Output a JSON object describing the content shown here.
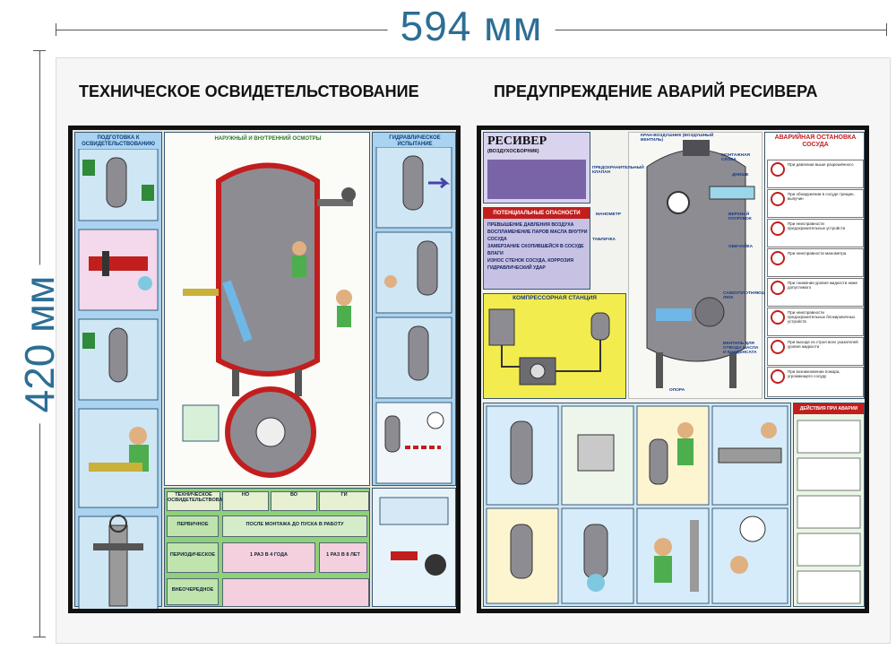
{
  "dimensions": {
    "width_label": "594 мм",
    "height_label": "420 мм"
  },
  "left_poster": {
    "title": "ТЕХНИЧЕСКОЕ ОСВИДЕТЕЛЬСТВОВАНИЕ",
    "sections": {
      "prep": "ПОДГОТОВКА К ОСВИДЕТЕЛЬСТВОВАНИЮ",
      "inspection": "НАРУЖНЫЙ И ВНУТРЕННИЙ ОСМОТРЫ",
      "hydro": "ГИДРАВЛИЧЕСКОЕ ИСПЫТАНИЕ"
    },
    "table": {
      "headers": [
        "ТЕХНИЧЕСКОЕ ОСВИДЕТЕЛЬСТВОВАНИЕ",
        "НО",
        "ВО",
        "ГИ"
      ],
      "rows": [
        {
          "name": "ПЕРВИЧНОЕ",
          "value": "ПОСЛЕ МОНТАЖА ДО ПУСКА В РАБОТУ"
        },
        {
          "name": "ПЕРИОДИЧЕСКОЕ",
          "value": "1 РАЗ В 4 ГОДА",
          "value2": "1 РАЗ В 8 ЛЕТ"
        },
        {
          "name": "ВНЕОЧЕРЕДНОЕ",
          "value": ""
        }
      ]
    }
  },
  "right_poster": {
    "title": "ПРЕДУПРЕЖДЕНИЕ АВАРИЙ РЕСИВЕРА",
    "receiver_title": "РЕСИВЕР",
    "receiver_subtitle": "(ВОЗДУХОСБОРНИК)",
    "dangers_title": "ПОТЕНЦИАЛЬНЫЕ ОПАСНОСТИ",
    "dangers": [
      "ПРЕВЫШЕНИЕ ДАВЛЕНИЯ ВОЗДУХА",
      "ВОСПЛАМЕНЕНИЕ ПАРОВ МАСЛА ВНУТРИ СОСУДА",
      "ЗАМЕРЗАНИЕ СКОПИВШЕЙСЯ В СОСУДЕ ВЛАГИ",
      "ИЗНОС СТЕНОК СОСУДА, КОРРОЗИЯ",
      "ГИДРАВЛИЧЕСКИЙ УДАР"
    ],
    "compressor_title": "КОМПРЕССОРНАЯ СТАНЦИЯ",
    "parts": [
      "КРАН-ВОЗДУШНИК (ВОЗДУШНЫЙ ВЕНТИЛЬ)",
      "ПРЕДОХРАНИТЕЛЬНЫЙ КЛАПАН",
      "МОНТАЖНАЯ СКОБА",
      "ДНИЩЕ",
      "МАНОМЕТР",
      "ВЕРХНИЙ ПАТРУБОК",
      "ТАБЛИЧКА",
      "ОБЕЧАЙКА",
      "САМОУПЛОТНЯЮЩИЙСЯ ЛЮК",
      "ВЕНТИЛЬ ДЛЯ ОТВОДА МАСЛА И КОНДЕНСАТА",
      "ОПОРА"
    ],
    "emergency_title": "АВАРИЙНАЯ ОСТАНОВКА СОСУДА",
    "emergency_items": [
      "При давлении выше разрешённого",
      "При обнаружении в сосуде трещин, выпучин",
      "При неисправности предохранительных устройств",
      "При неисправности манометра",
      "При снижении уровня жидкости ниже допустимого",
      "При неисправности предохранительных блокировочных устройств",
      "При выходе из строя всех указателей уровня жидкости",
      "При возникновении пожара, угрожающего сосуду"
    ],
    "actions_title": "ДЕЙСТВИЯ ПРИ АВАРИИ"
  },
  "colors": {
    "dimension": "#2d6e94",
    "panel_blue": "#a9d3f0",
    "vessel": "#8d8c92",
    "accent_red": "#c21e1e",
    "table_green": "#8fd07a"
  }
}
